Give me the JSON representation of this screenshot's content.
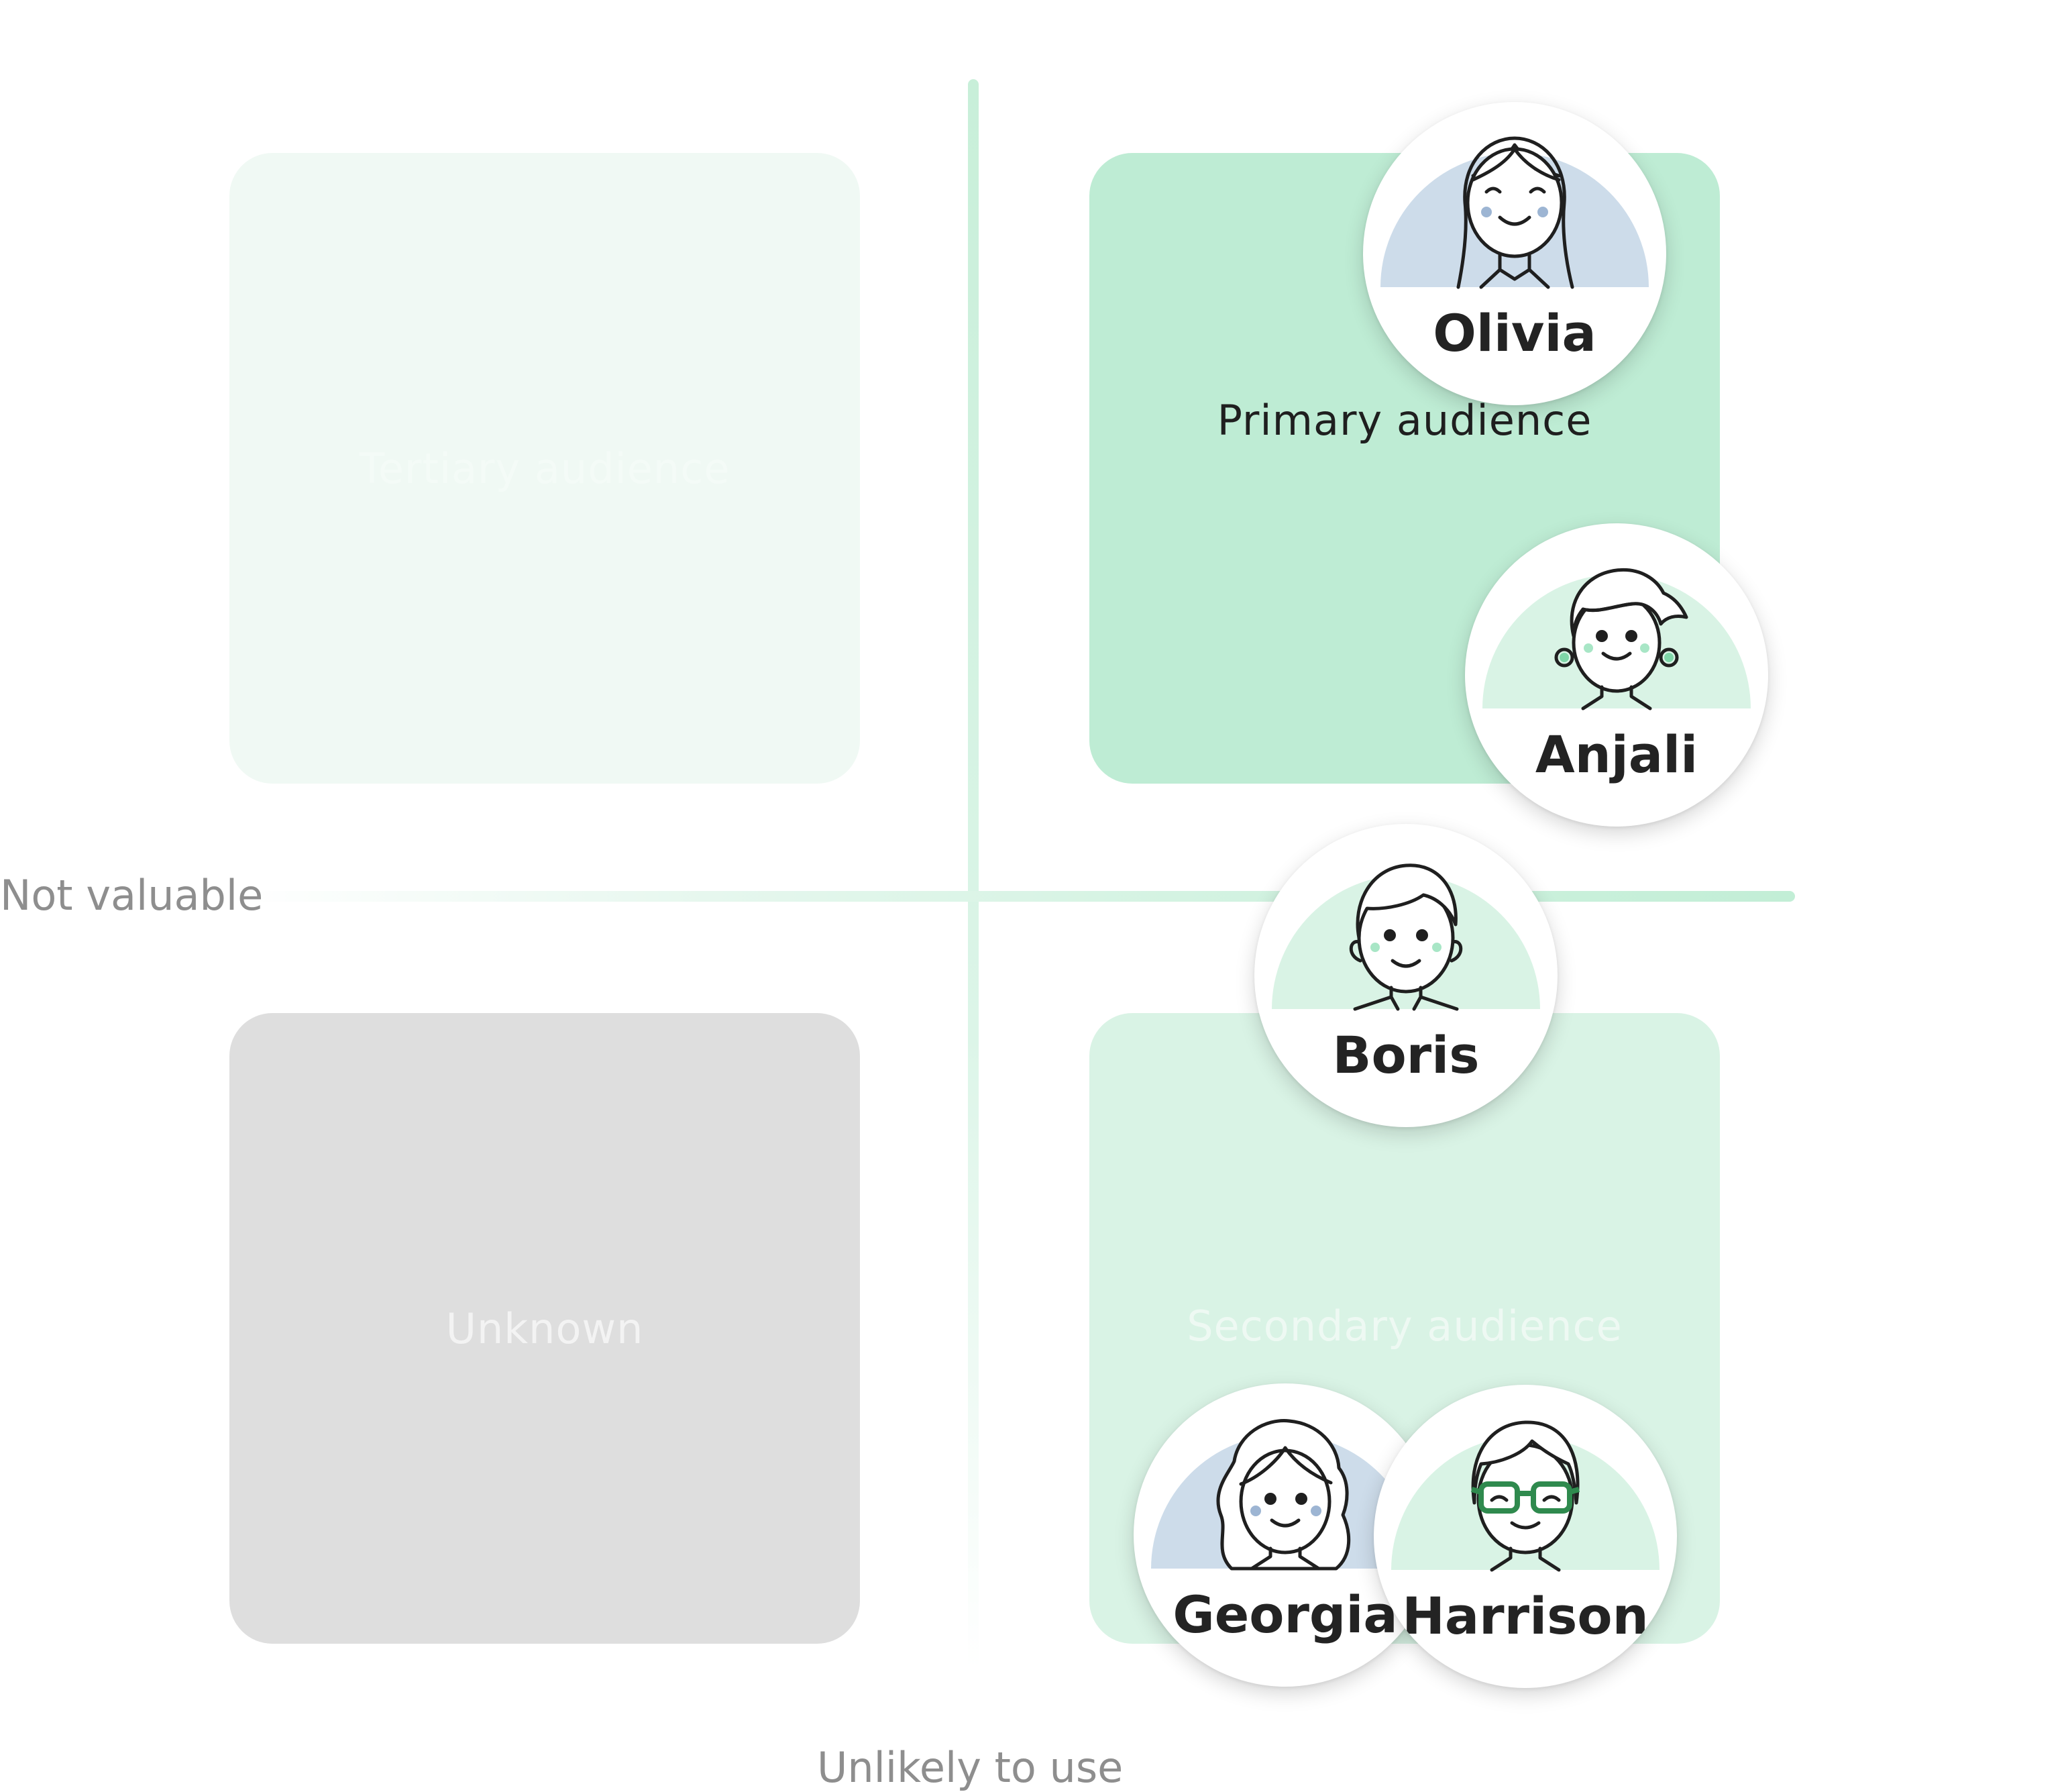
{
  "quadrants": {
    "tertiary": {
      "label": "Tertiary audience",
      "color": "#f0f9f4"
    },
    "primary": {
      "label": "Primary audience",
      "color": "#beecd4"
    },
    "unknown": {
      "label": "Unknown",
      "color": "#dedede"
    },
    "secondary": {
      "label": "Secondary audience",
      "color": "#d9f3e5"
    }
  },
  "axes": {
    "left_label": "Not valuable",
    "bottom_label": "Unlikely to use"
  },
  "personas": [
    {
      "name": "Olivia",
      "icon": "woman-long-hair-icon",
      "bg": "#cddcea"
    },
    {
      "name": "Anjali",
      "icon": "woman-earrings-icon",
      "bg": "#d9f3e5"
    },
    {
      "name": "Boris",
      "icon": "man-short-hair-icon",
      "bg": "#d9f3e5"
    },
    {
      "name": "Georgia",
      "icon": "woman-curly-hair-icon",
      "bg": "#cddcea"
    },
    {
      "name": "Harrison",
      "icon": "man-glasses-icon",
      "bg": "#d9f3e5"
    }
  ]
}
